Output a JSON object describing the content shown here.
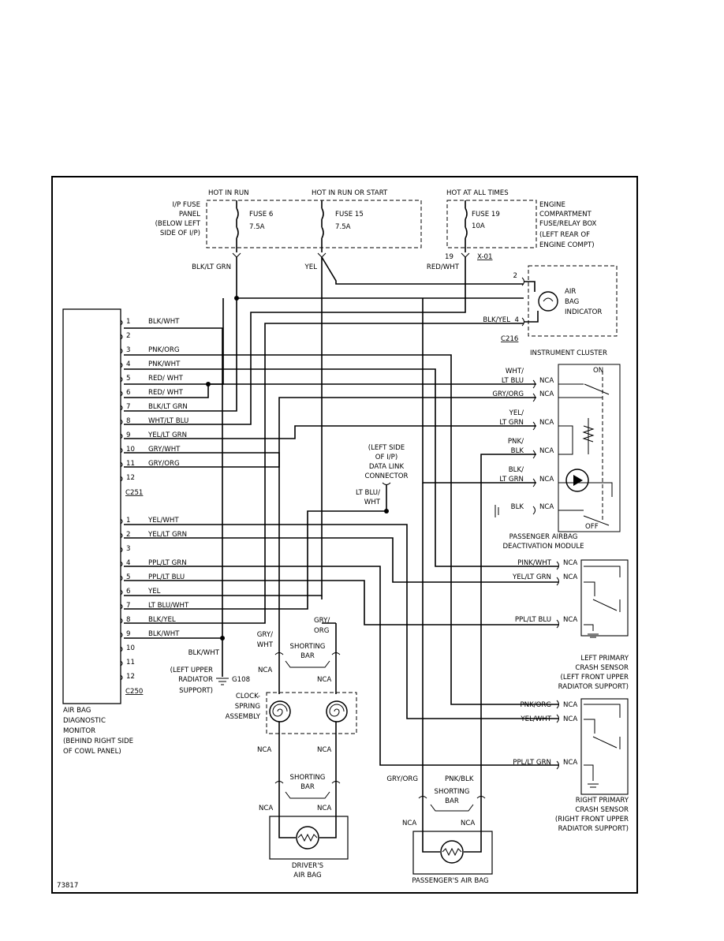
{
  "power": {
    "hot_run": "HOT IN RUN",
    "hot_run_start": "HOT IN RUN OR START",
    "hot_all": "HOT AT ALL TIMES"
  },
  "ip_fuse_panel": [
    "I/P FUSE",
    "PANEL",
    "(BELOW LEFT",
    "SIDE OF I/P)"
  ],
  "fuses": {
    "f6": "FUSE 6",
    "f6_amp": "7.5A",
    "f15": "FUSE 15",
    "f15_amp": "7.5A",
    "f19": "FUSE 19",
    "f19_amp": "10A"
  },
  "engine_box": [
    "ENGINE",
    "COMPARTMENT",
    "FUSE/RELAY BOX",
    "(LEFT REAR OF",
    "ENGINE COMPT)"
  ],
  "engine_conn": {
    "pin": "19",
    "name": "X-01"
  },
  "wires": {
    "blk_lt_grn": "BLK/LT GRN",
    "yel": "YEL",
    "red_wht": "RED/WHT"
  },
  "air_bag_indicator": {
    "label": [
      "AIR",
      "BAG",
      "INDICATOR"
    ],
    "pin2": "2",
    "pin4": "4",
    "wire4": "BLK/YEL",
    "conn": "C216",
    "cluster": "INSTRUMENT CLUSTER"
  },
  "c251": {
    "name": "C251",
    "pins": [
      {
        "num": "1",
        "wire": "BLK/WHT"
      },
      {
        "num": "2",
        "wire": ""
      },
      {
        "num": "3",
        "wire": "PNK/ORG"
      },
      {
        "num": "4",
        "wire": "PNK/WHT"
      },
      {
        "num": "5",
        "wire": "RED/ WHT"
      },
      {
        "num": "6",
        "wire": "RED/ WHT"
      },
      {
        "num": "7",
        "wire": "BLK/LT GRN"
      },
      {
        "num": "8",
        "wire": "WHT/LT BLU"
      },
      {
        "num": "9",
        "wire": "YEL/LT GRN"
      },
      {
        "num": "10",
        "wire": "GRY/WHT"
      },
      {
        "num": "11",
        "wire": "GRY/ORG"
      },
      {
        "num": "12",
        "wire": ""
      }
    ]
  },
  "c250": {
    "name": "C250",
    "pins": [
      {
        "num": "1",
        "wire": "YEL/WHT"
      },
      {
        "num": "2",
        "wire": "YEL/LT GRN"
      },
      {
        "num": "3",
        "wire": ""
      },
      {
        "num": "4",
        "wire": "PPL/LT GRN"
      },
      {
        "num": "5",
        "wire": "PPL/LT BLU"
      },
      {
        "num": "6",
        "wire": "YEL"
      },
      {
        "num": "7",
        "wire": "LT BLU/WHT"
      },
      {
        "num": "8",
        "wire": "BLK/YEL"
      },
      {
        "num": "9",
        "wire": "BLK/WHT"
      },
      {
        "num": "10",
        "wire": ""
      },
      {
        "num": "11",
        "wire": ""
      },
      {
        "num": "12",
        "wire": ""
      }
    ]
  },
  "monitor": [
    "AIR BAG",
    "DIAGNOSTIC",
    "MONITOR",
    "(BEHIND RIGHT SIDE",
    "OF COWL PANEL)"
  ],
  "dlc": {
    "label": [
      "(LEFT SIDE",
      "OF I/P)",
      "DATA LINK",
      "CONNECTOR"
    ],
    "wire": [
      "LT BLU/",
      "WHT"
    ]
  },
  "deact_module": {
    "on": "ON",
    "off": "OFF",
    "wires": [
      [
        "WHT/",
        "LT BLU"
      ],
      [
        "GRY/ORG"
      ],
      [
        "YEL/",
        "LT GRN"
      ],
      [
        "PNK/",
        "BLK"
      ],
      [
        "BLK/",
        "LT GRN"
      ],
      [
        "BLK"
      ]
    ],
    "nca": "NCA",
    "title": [
      "PASSENGER AIRBAG",
      "DEACTIVATION MODULE"
    ]
  },
  "ground": {
    "wire": "BLK/WHT",
    "label": [
      "(LEFT UPPER",
      "RADIATOR",
      "SUPPORT)"
    ],
    "name": "G108"
  },
  "clockspring": {
    "label": [
      "CLOCK-",
      "SPRING",
      "ASSEMBLY"
    ],
    "wire_left": [
      "GRY/",
      "WHT"
    ],
    "wire_right": [
      "GRY/",
      "ORG"
    ],
    "shorting_bar": [
      "SHORTING",
      "BAR"
    ],
    "nca": "NCA"
  },
  "drivers_bag": {
    "label": [
      "DRIVER'S",
      "AIR BAG"
    ]
  },
  "passenger_bag": {
    "label": "PASSENGER'S AIR BAG",
    "wire_left": "GRY/ORG",
    "wire_right": "PNK/BLK"
  },
  "left_sensor": {
    "wires": [
      "PINK/WHT",
      "YEL/LT GRN",
      "PPL/LT BLU"
    ],
    "label": [
      "LEFT PRIMARY",
      "CRASH SENSOR",
      "(LEFT FRONT UPPER",
      "RADIATOR SUPPORT)"
    ]
  },
  "right_sensor": {
    "wires": [
      "PNK/ORG",
      "YEL/WHT",
      "PPL/LT GRN"
    ],
    "label": [
      "RIGHT PRIMARY",
      "CRASH SENSOR",
      "(RIGHT FRONT UPPER",
      "RADIATOR SUPPORT)"
    ]
  },
  "figure_id": "73817"
}
